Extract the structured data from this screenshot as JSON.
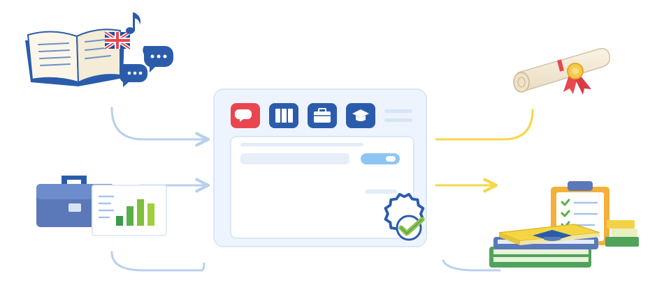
{
  "diagram": {
    "inputs": [
      {
        "id": "english-learning",
        "icons": [
          "open-book-icon",
          "uk-flag-icon",
          "music-note-icon",
          "chat-bubble-icon"
        ]
      },
      {
        "id": "business-analytics",
        "icons": [
          "briefcase-icon",
          "bar-chart-icon"
        ]
      }
    ],
    "hub": {
      "tabs": [
        {
          "icon": "chat-icon",
          "color": "#e8474f"
        },
        {
          "icon": "columns-icon",
          "color": "#2b5cab"
        },
        {
          "icon": "briefcase-icon",
          "color": "#2b5cab"
        },
        {
          "icon": "graduation-cap-icon",
          "color": "#2b5cab"
        }
      ],
      "badge": "gear-check-icon"
    },
    "outputs": [
      {
        "id": "certificate",
        "icons": [
          "diploma-scroll-icon",
          "ribbon-seal-icon"
        ]
      },
      {
        "id": "study-materials",
        "icons": [
          "checklist-clipboard-icon",
          "book-stack-icon"
        ]
      }
    ]
  },
  "colors": {
    "brand_blue": "#2b5cab",
    "accent_red": "#e8474f",
    "connector_blue": "#b8d0ef",
    "connector_yellow": "#f6d64a",
    "check_green": "#8cc63f",
    "panel_border": "#dbe7f7",
    "panel_fill": "#f5f9ff",
    "toggle_blue": "#8ec5f4"
  }
}
